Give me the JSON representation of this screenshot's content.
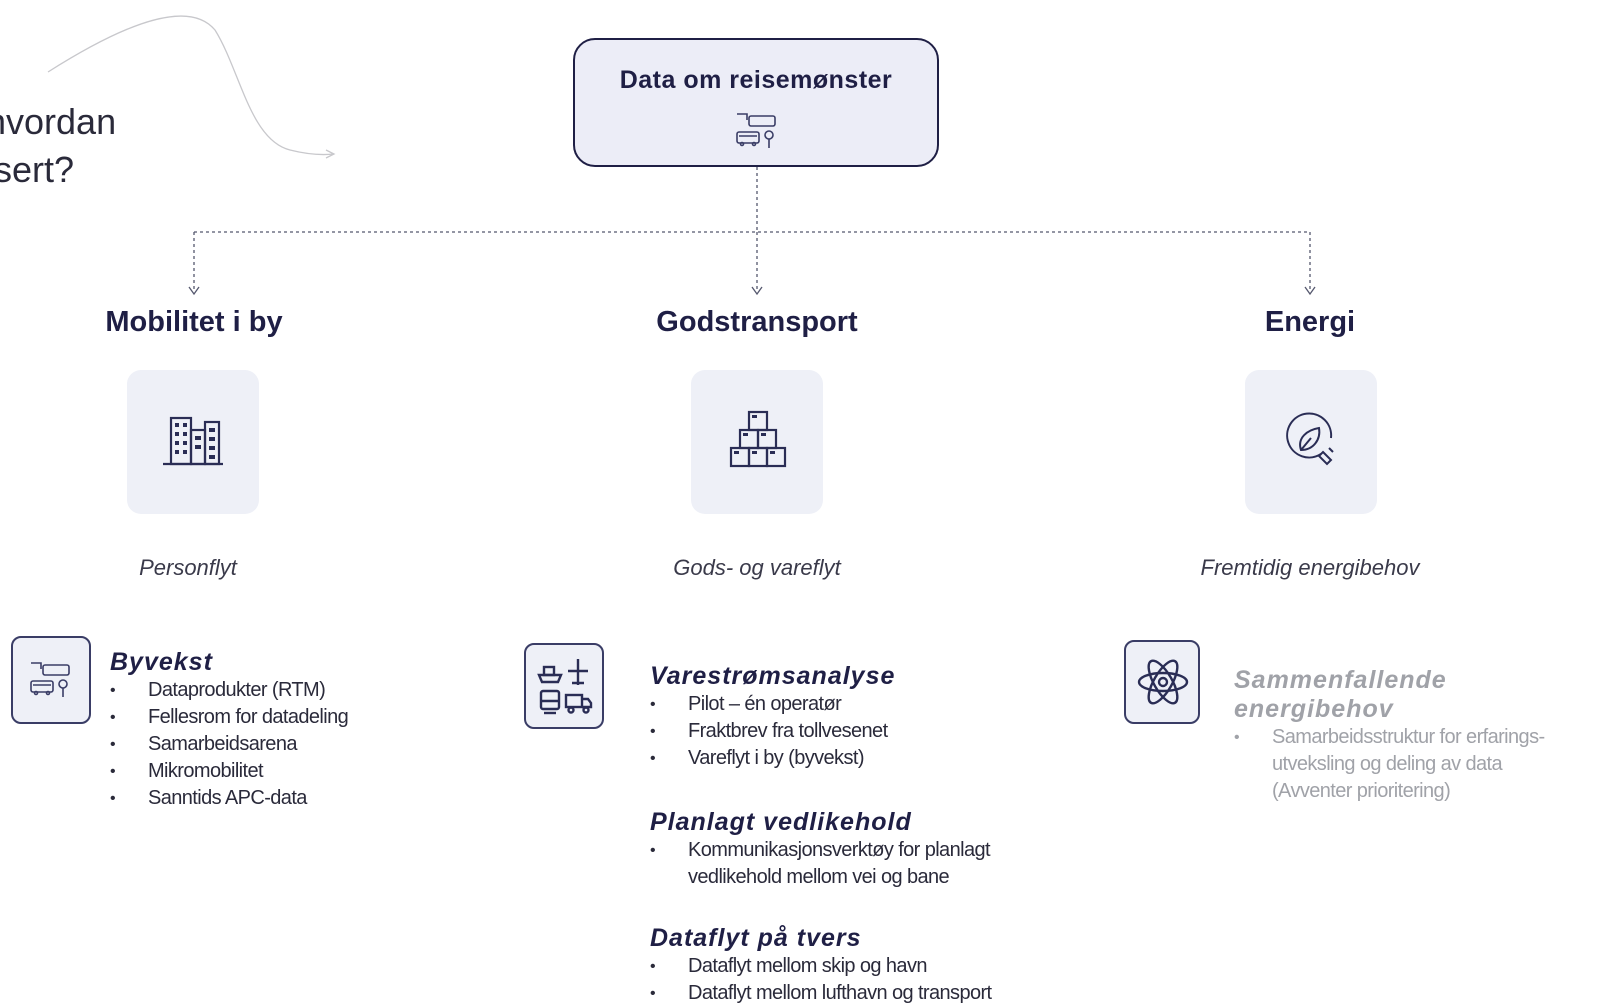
{
  "intro": {
    "text": "hvordan\nisert?"
  },
  "root": {
    "title": "Data om reisemønster",
    "icon": "data-travel-icon"
  },
  "branches": [
    {
      "title": "Mobilitet i by",
      "icon": "city-buildings-icon",
      "subtitle": "Personflyt",
      "item_icon": "data-travel-icon",
      "blocks": [
        {
          "title": "Byvekst",
          "items": [
            "Dataprodukter (RTM)",
            "Fellesrom for datadeling",
            "Samarbeidsarena",
            "Mikromobilitet",
            "Sanntids APC-data"
          ]
        }
      ]
    },
    {
      "title": "Godstransport",
      "icon": "boxes-icon",
      "subtitle": "Gods- og vareflyt",
      "item_icon": "multimodal-transport-icon",
      "blocks": [
        {
          "title": "Varestrømsanalyse",
          "items": [
            "Pilot – én operatør",
            "Fraktbrev fra tollvesenet",
            "Vareflyt i by (byvekst)"
          ]
        },
        {
          "title": "Planlagt vedlikehold",
          "items": [
            "Kommunikasjonsverktøy for planlagt vedlikehold mellom vei og bane"
          ]
        },
        {
          "title": "Dataflyt på tvers",
          "items": [
            "Dataflyt mellom skip og havn",
            "Dataflyt mellom lufthavn og transport"
          ]
        }
      ]
    },
    {
      "title": "Energi",
      "icon": "leaf-plug-icon",
      "subtitle": "Fremtidig energibehov",
      "item_icon": "atom-icon",
      "blocks": [
        {
          "title": "Sammenfallende energibehov",
          "muted": true,
          "items": [
            "Samarbeidsstruktur for erfarings-utveksling og deling av data (Avventer prioritering)"
          ]
        }
      ]
    }
  ],
  "colors": {
    "navy": "#1f1f45",
    "tile": "#eef0f7",
    "root_fill": "#ecedf7",
    "muted": "#a0a2a8"
  }
}
